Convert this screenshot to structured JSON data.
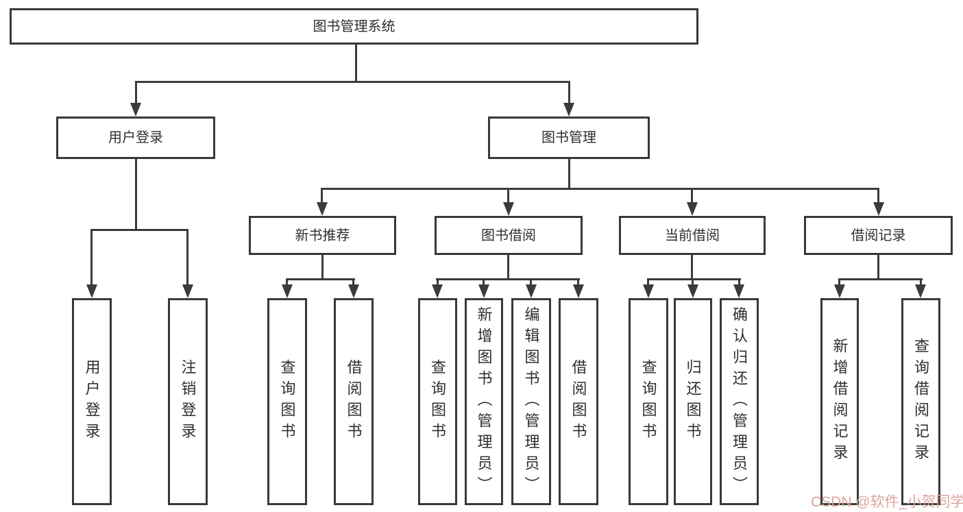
{
  "tree": {
    "label": "图书管理系统",
    "children": [
      {
        "label": "用户登录",
        "children": [
          {
            "label": "用户登录"
          },
          {
            "label": "注销登录"
          }
        ]
      },
      {
        "label": "图书管理",
        "children": [
          {
            "label": "新书推荐",
            "children": [
              {
                "label": "查询图书"
              },
              {
                "label": "借阅图书"
              }
            ]
          },
          {
            "label": "图书借阅",
            "children": [
              {
                "label": "查询图书"
              },
              {
                "label": "新增图书（管理员）"
              },
              {
                "label": "编辑图书（管理员）"
              },
              {
                "label": "借阅图书"
              }
            ]
          },
          {
            "label": "当前借阅",
            "children": [
              {
                "label": "查询图书"
              },
              {
                "label": "归还图书"
              },
              {
                "label": "确认归还（管理员）"
              }
            ]
          },
          {
            "label": "借阅记录",
            "children": [
              {
                "label": "新增借阅记录"
              },
              {
                "label": "查询借阅记录"
              }
            ]
          }
        ]
      }
    ]
  },
  "watermark": "CSDN @软件_小贺同学",
  "colors": {
    "line": "#3b3b3b",
    "box_border": "#383838",
    "text": "#2f2f2f",
    "watermark": "#dda49c"
  }
}
